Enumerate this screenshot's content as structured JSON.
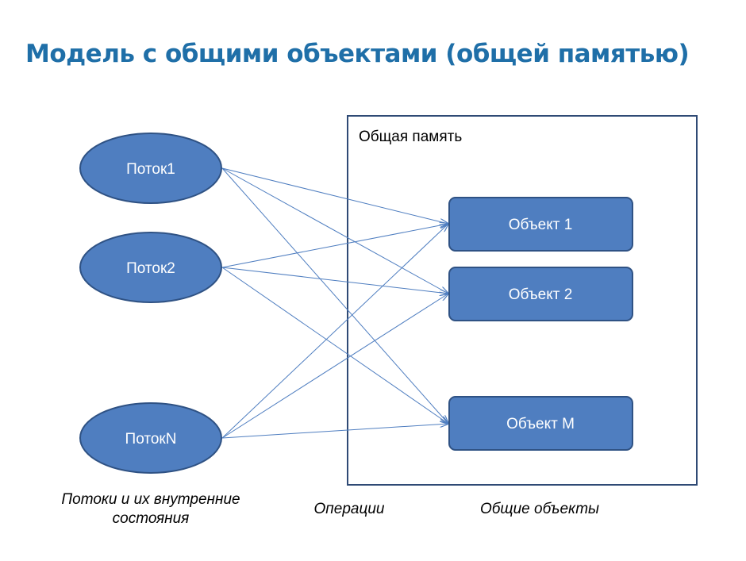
{
  "title": "Модель с общими объектами (общей памятью)",
  "memory_label": "Общая память",
  "threads": [
    "Поток1",
    "Поток2",
    "ПотокN"
  ],
  "objects": [
    "Объект 1",
    "Объект 2",
    "Объект M"
  ],
  "captions": {
    "threads": "Потоки и их внутренние состояния",
    "operations": "Операции",
    "objects": "Общие объекты"
  },
  "colors": {
    "title": "#1f6fa8",
    "shape_fill": "#4f7ec0",
    "shape_stroke": "#2f5284",
    "arrow": "#4f7ec0",
    "box_border": "#2f4a75"
  }
}
